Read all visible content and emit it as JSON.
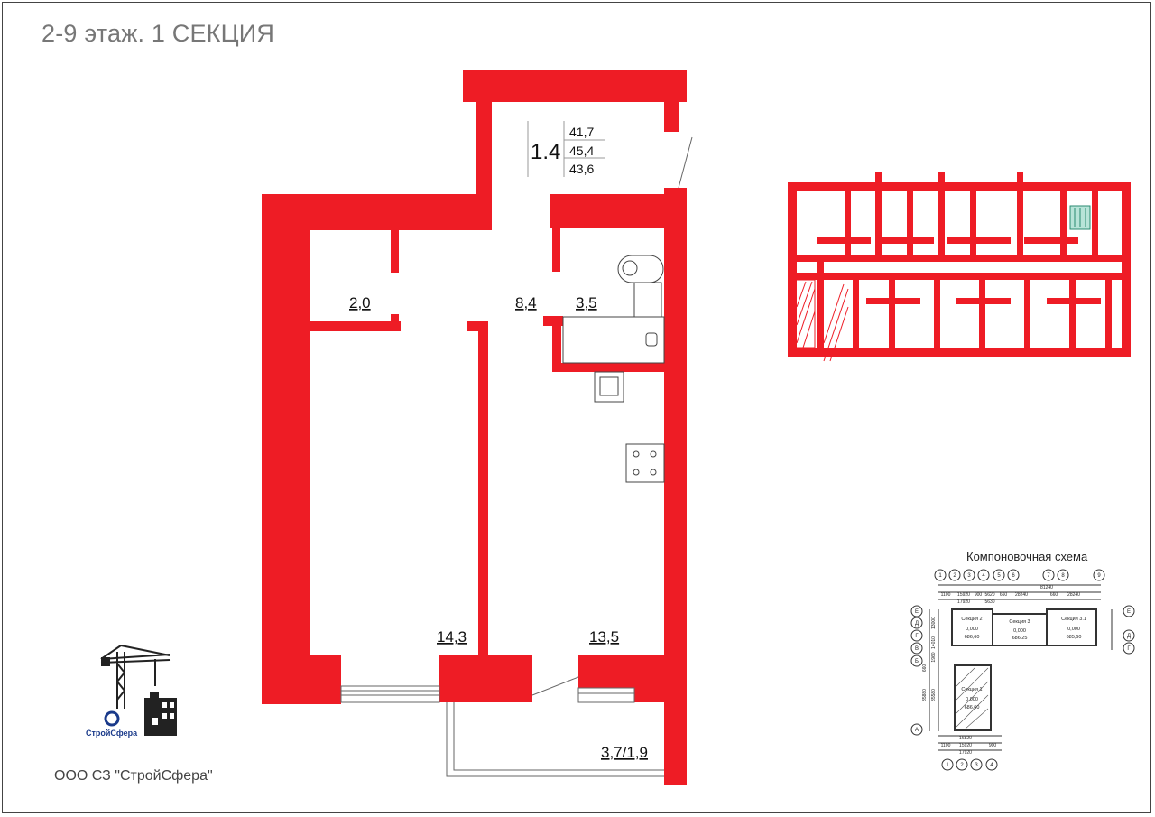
{
  "header": {
    "title": "2-9 этаж. 1 СЕКЦИЯ"
  },
  "apartment": {
    "code": "1.4",
    "areas": [
      "41,7",
      "45,4",
      "43,6"
    ]
  },
  "rooms": {
    "bathroom": "2,0",
    "hall": "8,4",
    "toilet": "3,5",
    "bedroom": "14,3",
    "kitchen_living": "13,5",
    "balcony": "3,7/1,9"
  },
  "logo": {
    "brand": "СтройСфера"
  },
  "footer": {
    "company": "ООО СЗ \"СтройСфера\""
  },
  "scheme": {
    "title": "Компоновочная схема",
    "axes_top": [
      "1",
      "2",
      "3",
      "4",
      "5",
      "6",
      "7",
      "8",
      "9"
    ],
    "axes_bottom": [
      "1",
      "2",
      "3",
      "4"
    ],
    "axes_left": [
      "Е",
      "Д",
      "Г",
      "В",
      "Б",
      "А"
    ],
    "axes_right": [
      "Е",
      "Д",
      "Г"
    ],
    "dims_top": [
      "1100",
      "15920",
      "900",
      "5620",
      "660",
      "28240",
      "660",
      "28240",
      "81240",
      "17920",
      "5630"
    ],
    "dims_bottom": [
      "16820",
      "1100",
      "15920",
      "900",
      "17920"
    ],
    "dims_left": [
      "13000",
      "14010",
      "1960",
      "35880",
      "35580",
      "660"
    ],
    "sections": [
      {
        "name": "Секция 2",
        "level": "0,000",
        "mark": "686,60"
      },
      {
        "name": "Секция 3",
        "level": "0,000",
        "mark": "686,25"
      },
      {
        "name": "Секция 3.1",
        "level": "0,000",
        "mark": "685,60"
      },
      {
        "name": "Секция 1",
        "level": "0,000",
        "mark": "686,60"
      }
    ]
  },
  "colors": {
    "wall": "#ee1c25",
    "text": "#111111",
    "title": "#777777"
  }
}
